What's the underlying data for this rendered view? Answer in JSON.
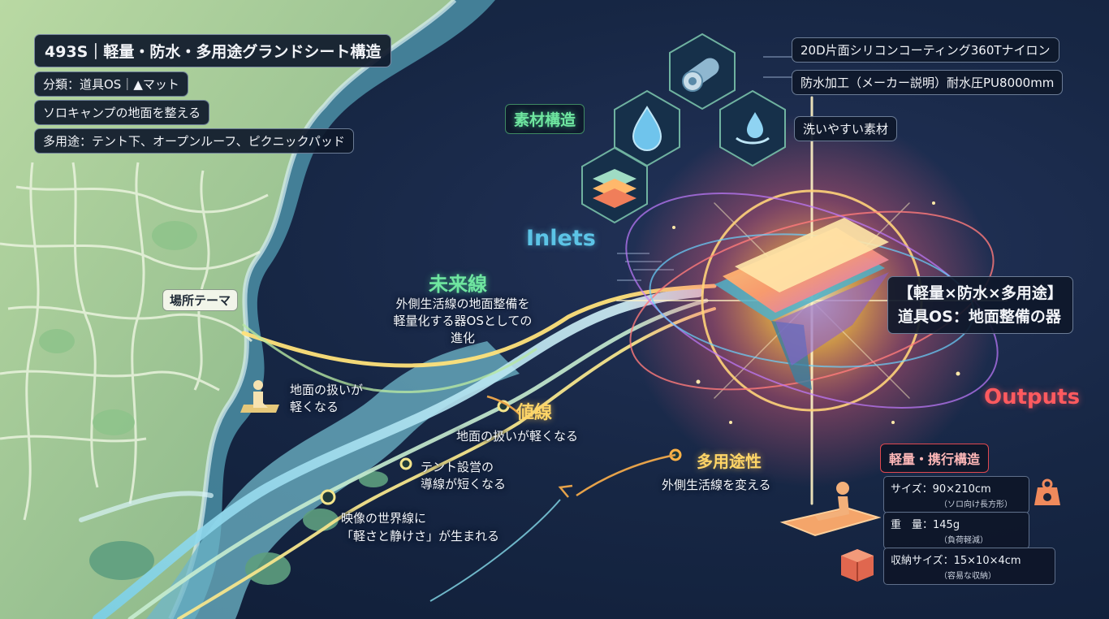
{
  "header": {
    "title": "493S｜軽量・防水・多用途グランドシート構造",
    "category": "分類：道具OS｜▲マット",
    "purpose": "ソロキャンプの地面を整える",
    "uses": "多用途：テント下、オープンルーフ、ピクニックパッド"
  },
  "material": {
    "heading": "素材構造",
    "items": [
      "20D片面シリコンコーティング360Tナイロン",
      "防水加工（メーカー説明）耐水圧PU8000mm",
      "洗いやすい素材"
    ]
  },
  "flow": {
    "inlets": "Inlets",
    "outputs": "Outputs"
  },
  "core": {
    "line1": "【軽量×防水×多用途】",
    "line2": "道具OS：地面整備の器"
  },
  "map": {
    "place_label": "場所テーマ",
    "ground_label": "地面の扱いが\n軽くなる"
  },
  "future": {
    "heading": "未来線",
    "desc": "外側生活線の地面整備を\n軽量化する器OSとしての\n進化"
  },
  "value": {
    "heading": "値線",
    "desc": "地面の扱いが軽くなる"
  },
  "points": [
    "テント設営の\n導線が短くなる",
    "映像の世界線に\n「軽さと静けさ」が生まれる"
  ],
  "versatility": {
    "heading": "多用途性",
    "desc": "外側生活線を変える"
  },
  "specs": {
    "heading": "軽量・携行構造",
    "items": [
      {
        "label": "サイズ：90×210cm",
        "note": "（ソロ向け長方形）"
      },
      {
        "label": "重　量：145g",
        "note": "（負荷軽減）"
      },
      {
        "label": "収納サイズ：15×10×4cm",
        "note": "（容易な収納）"
      }
    ]
  },
  "colors": {
    "inlets": "#5cc4e6",
    "outputs": "#ff5a5f",
    "material_heading": "#6fe6a0",
    "versatility_heading": "#ffd567",
    "spec_heading_border": "#e0484f"
  },
  "icons": [
    "nylon-roll-icon",
    "water-drop-icon",
    "washable-icon",
    "layers-icon",
    "sitting-person-icon",
    "reclining-person-icon",
    "scale-icon",
    "box-icon"
  ]
}
